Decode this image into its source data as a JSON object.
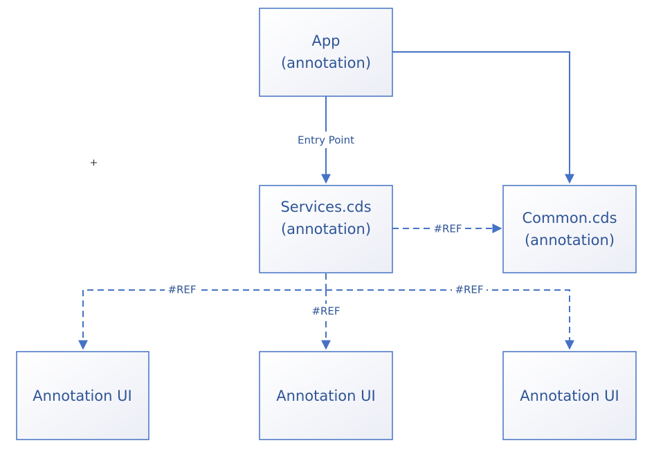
{
  "nodes": {
    "app": {
      "line1": "App",
      "line2": "(annotation)"
    },
    "services": {
      "line1": "Services.cds",
      "line2": "(annotation)"
    },
    "common": {
      "line1": "Common.cds",
      "line2": "(annotation)"
    },
    "ui_left": {
      "label": "Annotation UI"
    },
    "ui_center": {
      "label": "Annotation UI"
    },
    "ui_right": {
      "label": "Annotation UI"
    }
  },
  "edges": {
    "app_to_services": {
      "label": "Entry Point",
      "style": "solid"
    },
    "app_to_common": {
      "label": "",
      "style": "solid"
    },
    "services_to_common": {
      "label": "#REF",
      "style": "dashed"
    },
    "services_to_ui_left": {
      "label": "#REF",
      "style": "dashed"
    },
    "services_to_ui_center": {
      "label": "#REF",
      "style": "dashed"
    },
    "services_to_ui_right": {
      "label": "#REF",
      "style": "dashed"
    }
  },
  "colors": {
    "stroke": "#4472c4",
    "text": "#2f5597",
    "box_fill_top": "#ffffff",
    "box_fill_bottom": "#eceef6"
  },
  "icons": {
    "cursor": "crosshair-cursor-icon"
  }
}
